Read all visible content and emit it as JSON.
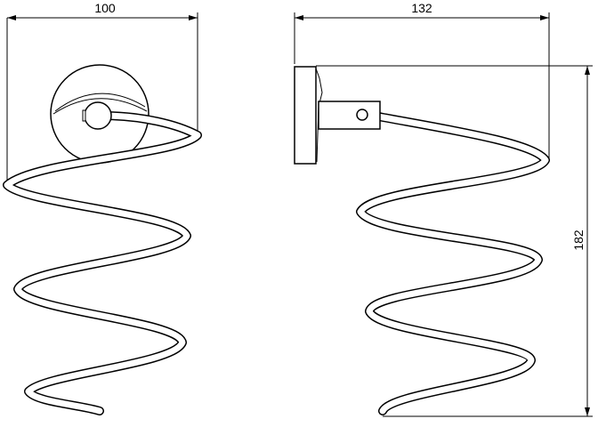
{
  "dimensions": {
    "front_width": "100",
    "side_depth": "132",
    "height": "182"
  },
  "colors": {
    "line": "#000000",
    "background": "#ffffff"
  }
}
